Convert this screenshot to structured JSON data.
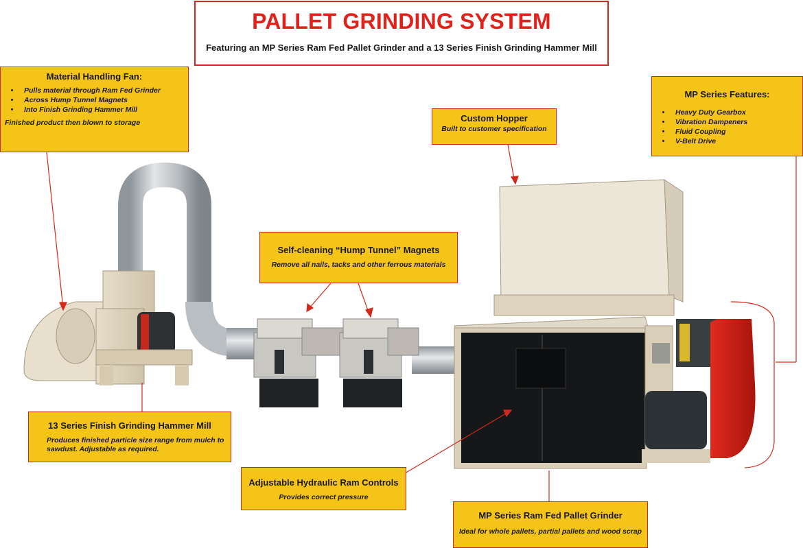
{
  "title": "PALLET GRINDING SYSTEM",
  "subtitle": "Featuring an MP Series Ram Fed Pallet Grinder and a 13 Series Finish Grinding Hammer Mill",
  "callouts": {
    "fan": {
      "heading": "Material Handling Fan:",
      "items": [
        "Pulls material through Ram Fed Grinder",
        "Across Hump Tunnel Magnets",
        "Into Finish Grinding Hammer Mill"
      ],
      "note": "Finished product then blown to storage"
    },
    "hopper": {
      "heading": "Custom Hopper",
      "sub": "Built to customer specification"
    },
    "mp_features": {
      "heading": "MP Series Features:",
      "items": [
        "Heavy Duty  Gearbox",
        "Vibration Dampeners",
        "Fluid Coupling",
        "V-Belt Drive"
      ]
    },
    "magnets": {
      "heading": "Self-cleaning “Hump Tunnel” Magnets",
      "sub": "Remove all nails, tacks and other ferrous materials"
    },
    "hammer_mill": {
      "heading": "13 Series Finish Grinding Hammer Mill",
      "sub": "Produces finished particle size  range from mulch to sawdust. Adjustable as required."
    },
    "ram_controls": {
      "heading": "Adjustable Hydraulic Ram Controls",
      "sub": "Provides correct pressure"
    },
    "grinder": {
      "heading": "MP Series Ram Fed Pallet Grinder",
      "sub": "Ideal for whole  pallets,  partial pallets and wood scrap"
    }
  },
  "colors": {
    "callout_fill": "#f5c419",
    "callout_border": "#d12a1c",
    "title_red": "#e0221a"
  }
}
